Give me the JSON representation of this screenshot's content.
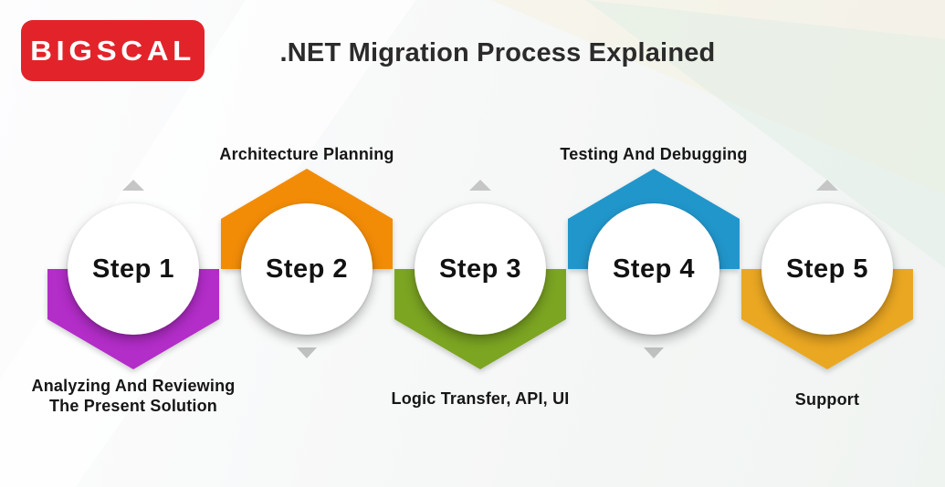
{
  "logo": {
    "text": "BIGSCAL",
    "background_color": "#e3232a",
    "text_color": "#ffffff"
  },
  "header": {
    "title": ".NET Migration Process Explained"
  },
  "arrow_color": "#c6c6c6",
  "steps": [
    {
      "label": "Step 1",
      "caption": "Analyzing And Reviewing\nThe Present Solution",
      "color": "#b32dc9",
      "hexagon_direction": "down",
      "caption_position": "below"
    },
    {
      "label": "Step 2",
      "caption": "Architecture Planning",
      "color": "#f28c07",
      "hexagon_direction": "up",
      "caption_position": "above"
    },
    {
      "label": "Step 3",
      "caption": "Logic Transfer, API, UI",
      "color": "#7ca522",
      "hexagon_direction": "down",
      "caption_position": "below"
    },
    {
      "label": "Step 4",
      "caption": "Testing And Debugging",
      "color": "#2196cb",
      "hexagon_direction": "up",
      "caption_position": "above"
    },
    {
      "label": "Step 5",
      "caption": "Support",
      "color": "#eaa722",
      "hexagon_direction": "down",
      "caption_position": "below"
    }
  ]
}
